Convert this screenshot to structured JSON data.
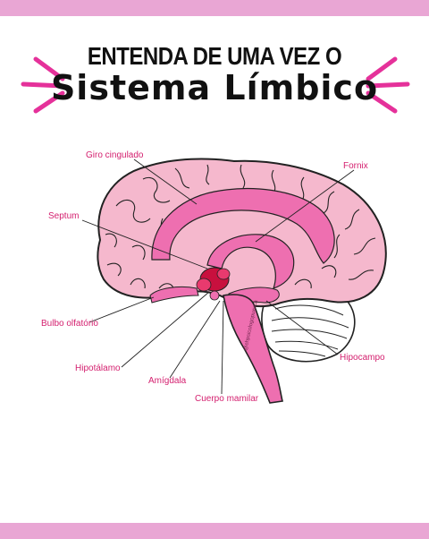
{
  "header": {
    "kicker": "ENTENDA DE UMA VEZ O",
    "title": "Sistema Límbico"
  },
  "diagram": {
    "labels": {
      "giro_cingulado": "Giro cingulado",
      "fornix": "Fornix",
      "septum": "Septum",
      "bulbo_olfatorio": "Bulbo olfatório",
      "hipotalamo": "Hipotálamo",
      "amigdala": "Amígdala",
      "cuerpo_mamilar": "Cuerpo mamilar",
      "hipocampo": "Hipocampo"
    },
    "watermark": "@ehpsicologopuxuca"
  },
  "colors": {
    "band": "#e9a6d4",
    "label": "#d4206f",
    "cortex": "#f5b8cd",
    "limbic": "#ee6fb0",
    "deep": "#c8103e"
  }
}
